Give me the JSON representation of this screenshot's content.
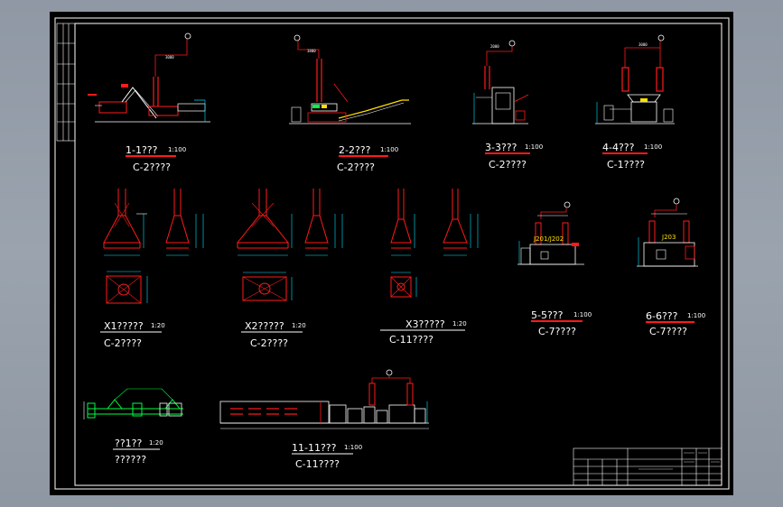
{
  "views": {
    "v1": {
      "title": "1-1???",
      "scale": "1:100",
      "sub": "C-2????"
    },
    "v2": {
      "title": "2-2???",
      "scale": "1:100",
      "sub": "C-2????"
    },
    "v3": {
      "title": "3-3???",
      "scale": "1:100",
      "sub": "C-2????"
    },
    "v4": {
      "title": "4-4???",
      "scale": "1:100",
      "sub": "C-1????"
    },
    "x1": {
      "title": "X1?????",
      "scale": "1:20",
      "sub": "C-2????"
    },
    "x2": {
      "title": "X2?????",
      "scale": "1:20",
      "sub": "C-2????"
    },
    "x3": {
      "title": "X3?????",
      "scale": "1:20",
      "sub": "C-11????"
    },
    "v5": {
      "title": "5-5???",
      "scale": "1:100",
      "sub": "C-7????"
    },
    "v6": {
      "title": "6-6???",
      "scale": "1:100",
      "sub": "C-7????"
    },
    "v7": {
      "title": "??1??",
      "scale": "1:20",
      "sub": "??????"
    },
    "v11": {
      "title": "11-11???",
      "scale": "1:100",
      "sub": "C-11????"
    }
  },
  "tags": {
    "t1": "J201/J202",
    "t2": "J203"
  },
  "colors": {
    "red": "#ff1a1a",
    "cyan": "#00e5ff",
    "green": "#00ff40",
    "white": "#ffffff",
    "yellow": "#ffe000"
  }
}
